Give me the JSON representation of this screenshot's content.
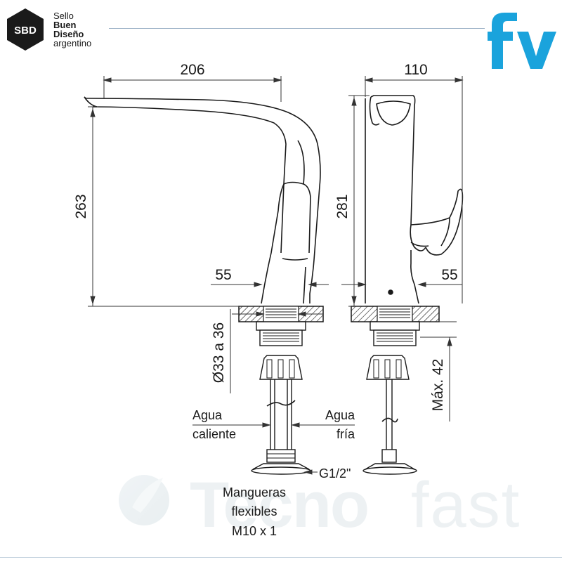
{
  "logos": {
    "sbd_badge": "SBD",
    "sbd_lines": [
      "Sello",
      "Buen",
      "Diseño",
      "argentino"
    ],
    "brand": "fv",
    "watermark": "Tecnofast",
    "brand_color": "#1aa3dc"
  },
  "dimensions": {
    "spout_reach": "206",
    "body_width": "110",
    "spout_height": "263",
    "total_height": "281",
    "offset_left": "55",
    "offset_right": "55",
    "hole_diameter": "Ø33 a 36",
    "max_thickness": "Máx. 42"
  },
  "labels": {
    "hot_water": [
      "Agua",
      "caliente"
    ],
    "cold_water": [
      "Agua",
      "fría"
    ],
    "thread": "G1/2\"",
    "hoses": [
      "Mangueras",
      "flexibles",
      "M10 x 1"
    ]
  },
  "colors": {
    "line": "#1a1a1a",
    "dim_line": "#333333"
  }
}
